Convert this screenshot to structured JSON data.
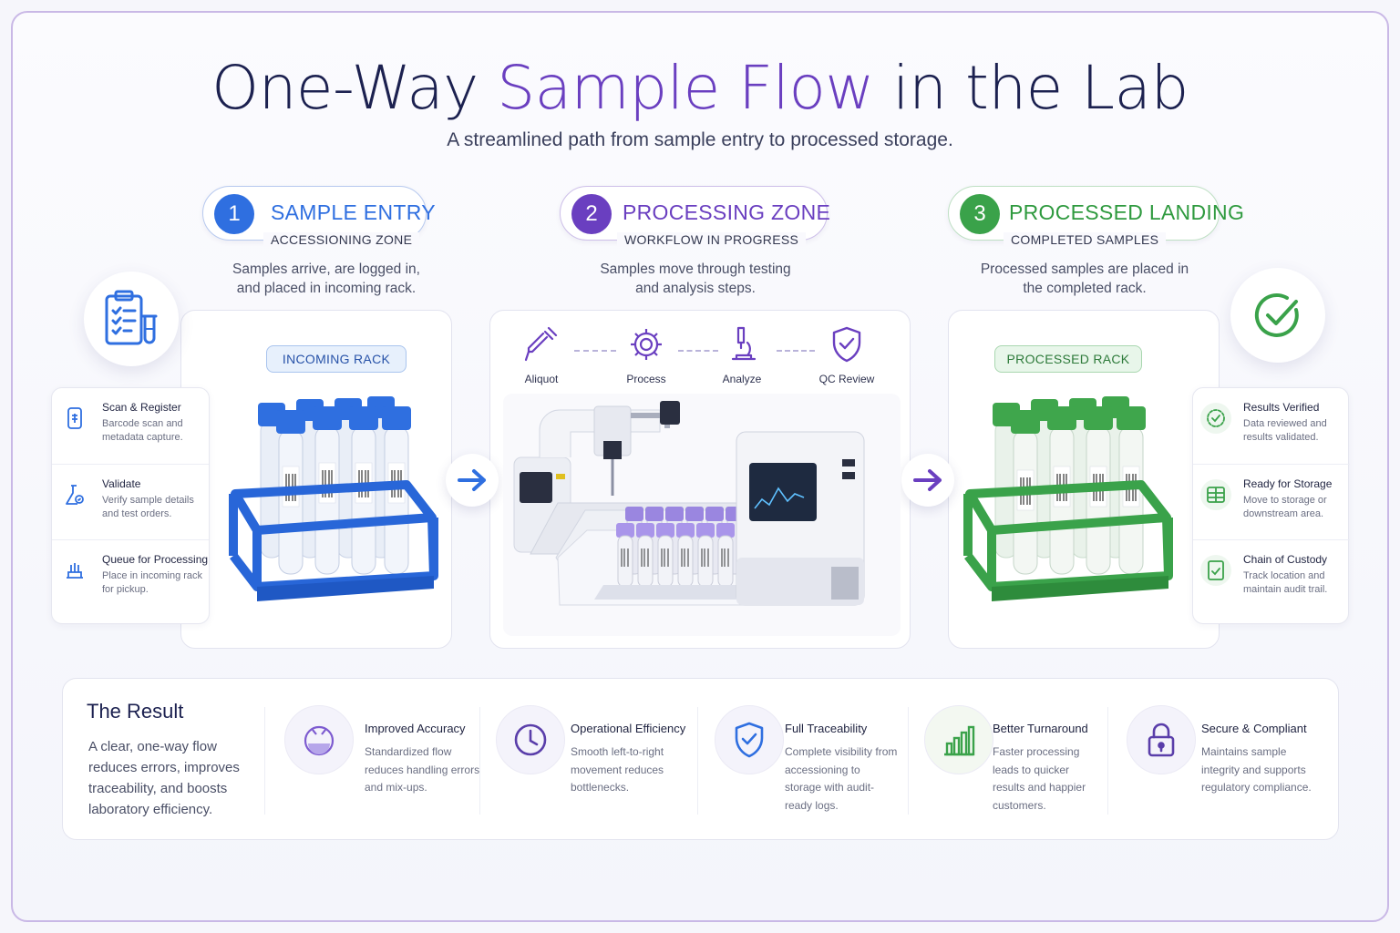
{
  "header": {
    "title_part1": "One-Way ",
    "title_part2": "Sample Flow",
    "title_part3": " in the Lab",
    "subtitle": "A streamlined path from sample entry to processed storage."
  },
  "colors": {
    "blue": "#2f6fe0",
    "purple": "#6a3fc0",
    "green": "#3aa24a",
    "navy": "#1c2150"
  },
  "zones": [
    {
      "number": "1",
      "title": "SAMPLE ENTRY",
      "subtitle": "ACCESSIONING ZONE",
      "desc_line1": "Samples arrive, are logged in,",
      "desc_line2": "and placed in incoming rack.",
      "rack_label": "INCOMING RACK",
      "badge_icon": "clipboard-tube-icon"
    },
    {
      "number": "2",
      "title": "PROCESSING ZONE",
      "subtitle": "WORKFLOW IN PROGRESS",
      "desc_line1": "Samples move through testing",
      "desc_line2": "and analysis steps."
    },
    {
      "number": "3",
      "title": "PROCESSED LANDING",
      "subtitle": "COMPLETED SAMPLES",
      "desc_line1": "Processed samples are placed in",
      "desc_line2": "the completed rack.",
      "rack_label": "PROCESSED RACK",
      "badge_icon": "check-circle-icon"
    }
  ],
  "entry_steps": [
    {
      "title": "Scan & Register",
      "text": "Barcode scan and metadata capture.",
      "icon": "barcode-scanner-icon"
    },
    {
      "title": "Validate",
      "text": "Verify sample details and test orders.",
      "icon": "flask-check-icon"
    },
    {
      "title": "Queue for Processing",
      "text": "Place in incoming rack for pickup.",
      "icon": "rack-queue-icon"
    }
  ],
  "process_steps": [
    {
      "label": "Aliquot",
      "icon": "pipette-icon"
    },
    {
      "label": "Process",
      "icon": "gear-icon"
    },
    {
      "label": "Analyze",
      "icon": "microscope-icon"
    },
    {
      "label": "QC Review",
      "icon": "shield-check-icon"
    }
  ],
  "landing_steps": [
    {
      "title": "Results Verified",
      "text": "Data reviewed and results validated.",
      "icon": "verified-badge-icon"
    },
    {
      "title": "Ready for Storage",
      "text": "Move to storage or downstream area.",
      "icon": "storage-grid-icon"
    },
    {
      "title": "Chain of Custody",
      "text": "Track location and maintain audit trail.",
      "icon": "document-check-icon"
    }
  ],
  "result": {
    "title": "The Result",
    "text": "A clear, one-way flow reduces errors, improves traceability, and boosts laboratory efficiency.",
    "benefits": [
      {
        "title": "Improved Accuracy",
        "text": "Standardized flow reduces handling errors and mix-ups.",
        "icon": "beaker-icon"
      },
      {
        "title": "Operational Efficiency",
        "text": "Smooth left-to-right movement reduces bottlenecks.",
        "icon": "clock-icon"
      },
      {
        "title": "Full Traceability",
        "text": "Complete visibility from accessioning to storage with audit-ready logs.",
        "icon": "shield-check-icon"
      },
      {
        "title": "Better Turnaround",
        "text": "Faster processing leads to quicker results and happier customers.",
        "icon": "bar-chart-icon"
      },
      {
        "title": "Secure & Compliant",
        "text": "Maintains sample integrity and supports regulatory compliance.",
        "icon": "padlock-icon"
      }
    ]
  }
}
